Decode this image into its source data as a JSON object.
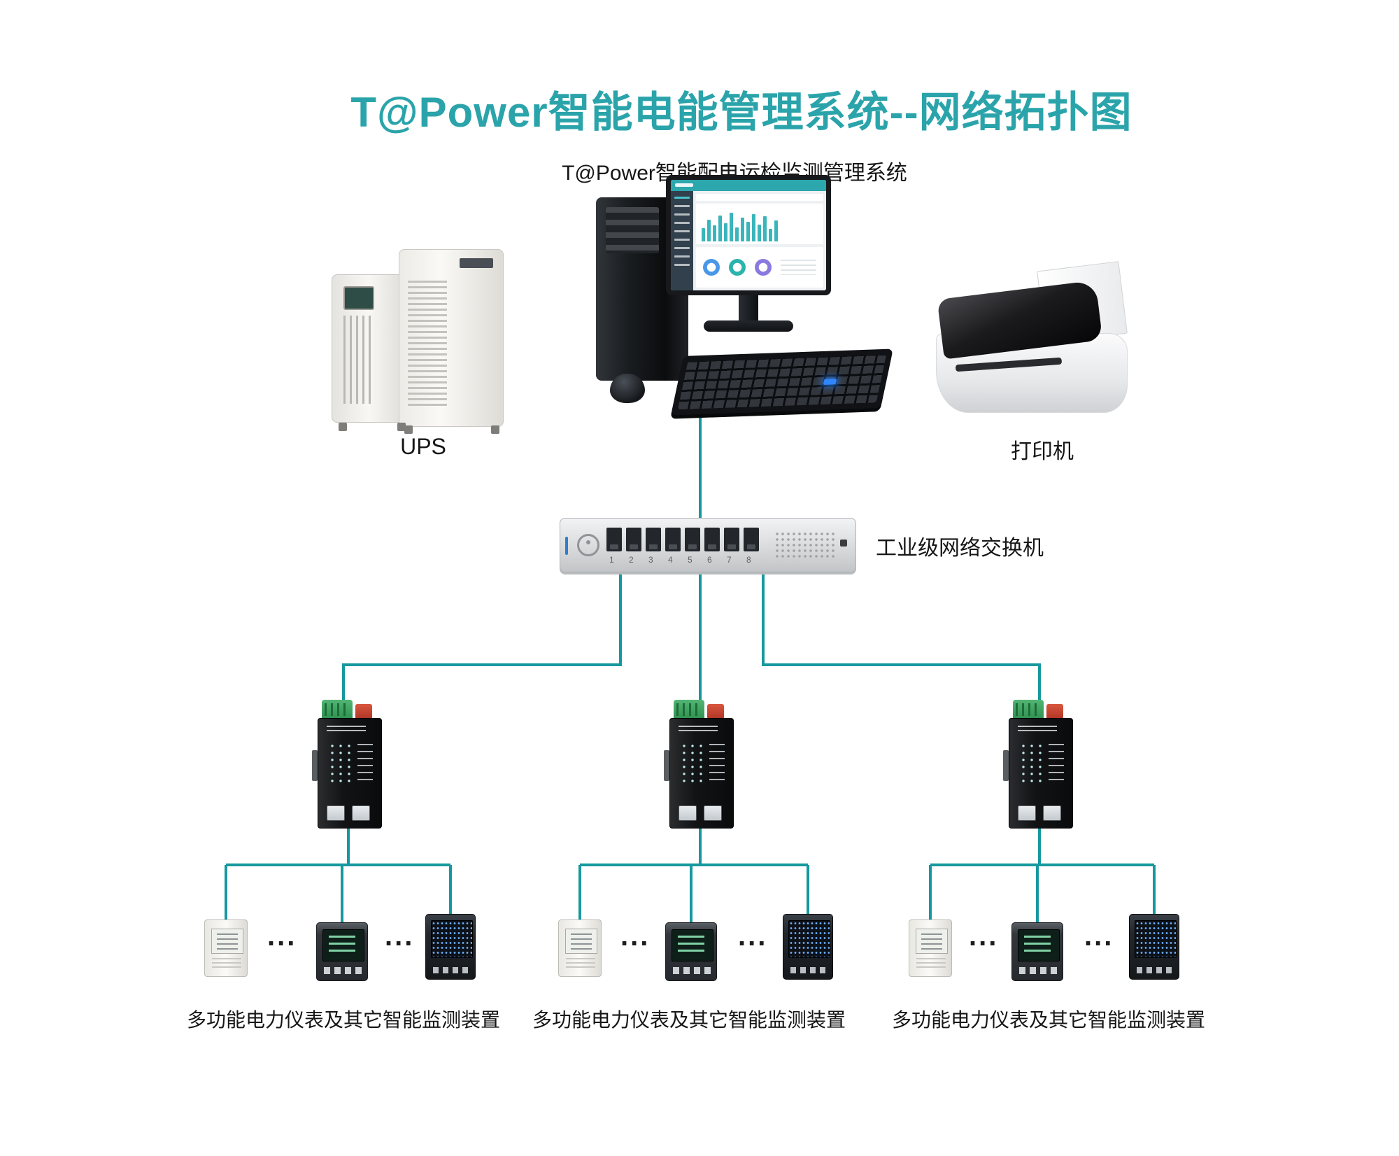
{
  "title": "T@Power智能电能管理系统--网络拓扑图",
  "subtitle": "T@Power智能配电运检监测管理系统",
  "labels": {
    "ups": "UPS",
    "printer": "打印机",
    "switch": "工业级网络交换机",
    "ellipsis": "..."
  },
  "meter_groups": [
    "多功能电力仪表及其它智能监测装置",
    "多功能电力仪表及其它智能监测装置",
    "多功能电力仪表及其它智能监测装置"
  ],
  "switch": {
    "port_numbers": "1 2 3 4 5 6 7 8"
  },
  "colors": {
    "accent": "#17989F",
    "title": "#2AA4AA"
  },
  "screen": {
    "bars": [
      40,
      64,
      48,
      78,
      55,
      86,
      42,
      70,
      58,
      82,
      50,
      74,
      38,
      62
    ]
  }
}
